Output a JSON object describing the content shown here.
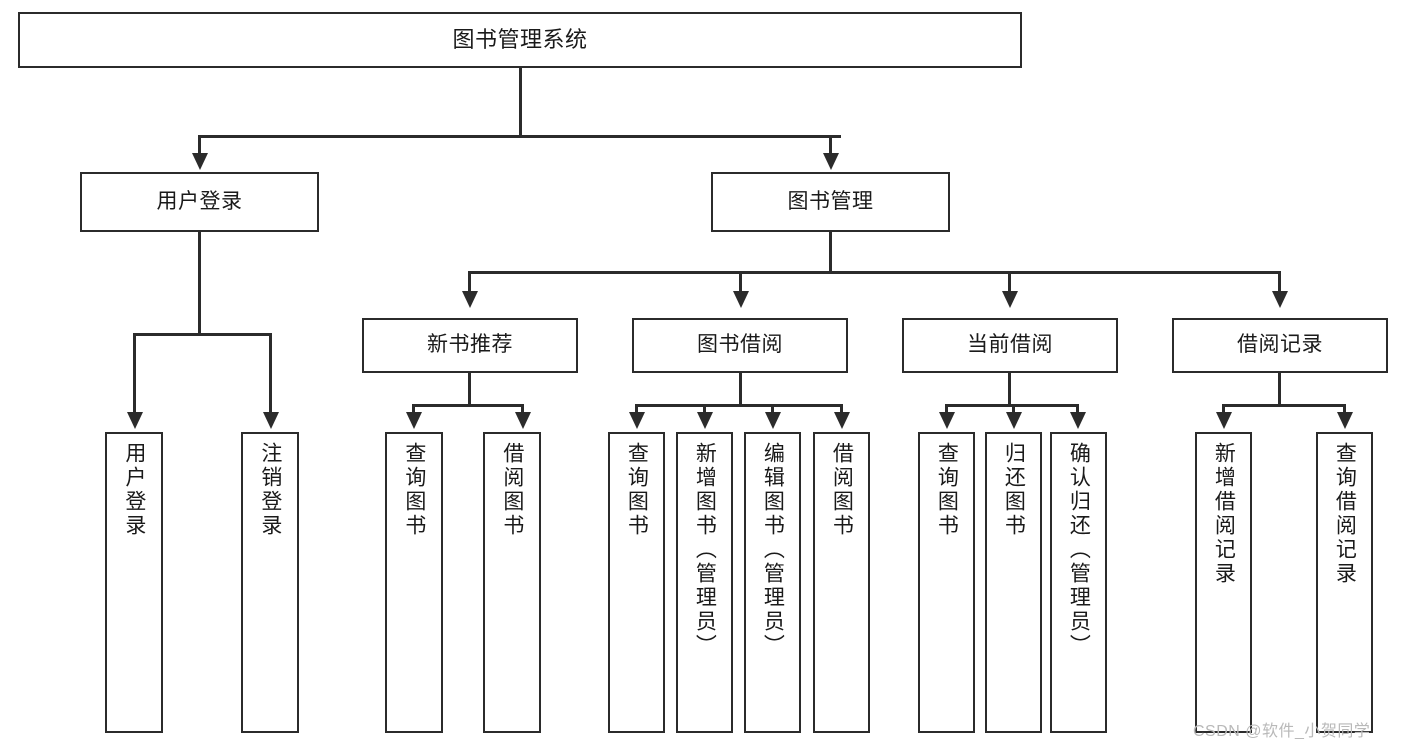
{
  "diagram": {
    "type": "tree-hierarchy",
    "title": "图书管理系统",
    "root": {
      "id": "root",
      "label": "图书管理系统"
    },
    "level2": [
      {
        "id": "user-login",
        "label": "用户登录"
      },
      {
        "id": "book-manage",
        "label": "图书管理"
      }
    ],
    "level3": [
      {
        "id": "new-book-rec",
        "label": "新书推荐",
        "parent": "book-manage"
      },
      {
        "id": "book-borrow",
        "label": "图书借阅",
        "parent": "book-manage"
      },
      {
        "id": "current-borrow",
        "label": "当前借阅",
        "parent": "book-manage"
      },
      {
        "id": "borrow-record",
        "label": "借阅记录",
        "parent": "book-manage"
      }
    ],
    "leaves": {
      "user_login": [
        {
          "id": "leaf-user-login",
          "label": "用户登录"
        },
        {
          "id": "leaf-logout",
          "label": "注销登录"
        }
      ],
      "new_book_rec": [
        {
          "id": "leaf-query-book-1",
          "label": "查询图书"
        },
        {
          "id": "leaf-borrow-book-1",
          "label": "借阅图书"
        }
      ],
      "book_borrow": [
        {
          "id": "leaf-query-book-2",
          "label": "查询图书"
        },
        {
          "id": "leaf-add-book",
          "label": "新增图书（管理员）"
        },
        {
          "id": "leaf-edit-book",
          "label": "编辑图书（管理员）"
        },
        {
          "id": "leaf-borrow-book-2",
          "label": "借阅图书"
        }
      ],
      "current_borrow": [
        {
          "id": "leaf-query-book-3",
          "label": "查询图书"
        },
        {
          "id": "leaf-return-book",
          "label": "归还图书"
        },
        {
          "id": "leaf-confirm-return",
          "label": "确认归还（管理员）"
        }
      ],
      "borrow_record": [
        {
          "id": "leaf-add-record",
          "label": "新增借阅记录"
        },
        {
          "id": "leaf-query-record",
          "label": "查询借阅记录"
        }
      ]
    }
  },
  "watermark": {
    "text": "CSDN @软件_小贺同学"
  },
  "colors": {
    "stroke": "#2b2b2b",
    "fill": "#ffffff",
    "text": "#1a1a1a",
    "watermark": "#b9b9b9"
  }
}
